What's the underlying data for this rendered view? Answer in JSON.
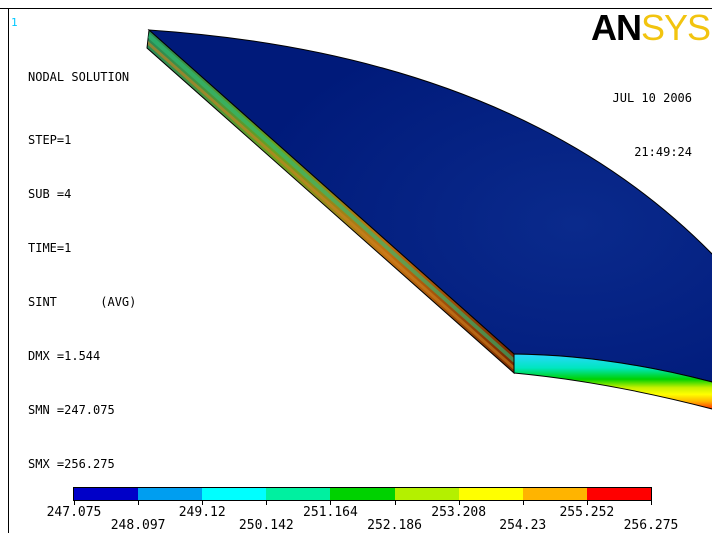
{
  "window_number": "1",
  "result_info": {
    "title": "NODAL SOLUTION",
    "step": "STEP=1",
    "sub": "SUB =4",
    "time": "TIME=1",
    "sint": "SINT      (AVG)",
    "dmx": "DMX =1.544",
    "smn": "SMN =247.075",
    "smx": "SMX =256.275"
  },
  "logo": {
    "part1": "AN",
    "part2": "SYS"
  },
  "timestamp": {
    "date": "JUL 10 2006",
    "time": "21:49:24"
  },
  "legend": {
    "colors": [
      "#0000c8",
      "#009ef0",
      "#00ffff",
      "#00f0a0",
      "#00d200",
      "#b4f000",
      "#ffff00",
      "#ffb400",
      "#ff0000"
    ],
    "labels": [
      "247.075",
      "248.097",
      "249.12",
      "250.142",
      "251.164",
      "252.186",
      "253.208",
      "254.23",
      "255.252",
      "256.275"
    ]
  },
  "colors": {
    "top_face": "#001a7a",
    "highlight": "#0a2a8a"
  }
}
